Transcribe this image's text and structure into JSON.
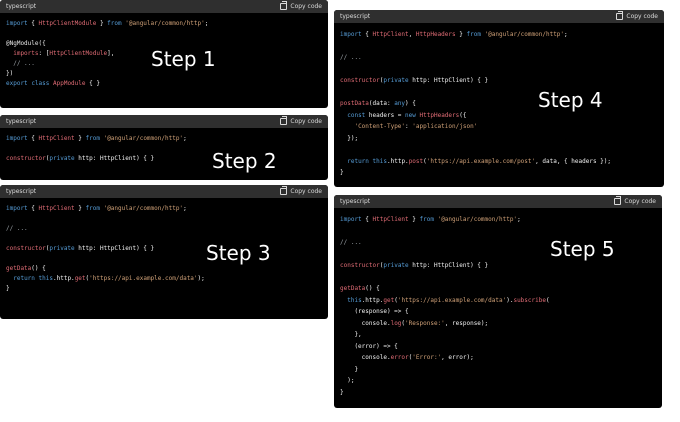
{
  "common": {
    "language": "typescript",
    "copy_label": "Copy code"
  },
  "steps": {
    "s1": "Step 1",
    "s2": "Step 2",
    "s3": "Step 3",
    "s4": "Step 4",
    "s5": "Step 5"
  },
  "code": {
    "s1": {
      "l1a": "import",
      "l1b": " { ",
      "l1c": "HttpClientModule",
      "l1d": " } ",
      "l1e": "from",
      "l1f": " ",
      "l1g": "'@angular/common/http'",
      "l1h": ";",
      "l2": "@NgModule({",
      "l3a": "  imports",
      "l3b": ": [",
      "l3c": "HttpClientModule",
      "l3d": "],",
      "l4": "  // ...",
      "l5": "})",
      "l6a": "export",
      "l6b": " ",
      "l6c": "class",
      "l6d": " ",
      "l6e": "AppModule",
      "l6f": " { }"
    },
    "s2": {
      "l1a": "import",
      "l1b": " { ",
      "l1c": "HttpClient",
      "l1d": " } ",
      "l1e": "from",
      "l1f": " ",
      "l1g": "'@angular/common/http'",
      "l1h": ";",
      "l2a": "constructor",
      "l2b": "(",
      "l2c": "private",
      "l2d": " http: HttpClient) { }"
    },
    "s3": {
      "l1a": "import",
      "l1b": " { ",
      "l1c": "HttpClient",
      "l1d": " } ",
      "l1e": "from",
      "l1f": " ",
      "l1g": "'@angular/common/http'",
      "l1h": ";",
      "l2": "// ...",
      "l3a": "constructor",
      "l3b": "(",
      "l3c": "private",
      "l3d": " http: HttpClient) { }",
      "l4a": "getData",
      "l4b": "() {",
      "l5a": "  ",
      "l5b": "return",
      "l5c": " ",
      "l5d": "this",
      "l5e": ".http.",
      "l5f": "get",
      "l5g": "(",
      "l5h": "'https://api.example.com/data'",
      "l5i": ");",
      "l6": "}"
    },
    "s4": {
      "l1a": "import",
      "l1b": " { ",
      "l1c": "HttpClient",
      "l1d": ", ",
      "l1e": "HttpHeaders",
      "l1f": " } ",
      "l1g": "from",
      "l1h": " ",
      "l1i": "'@angular/common/http'",
      "l1j": ";",
      "l2": "// ...",
      "l3a": "constructor",
      "l3b": "(",
      "l3c": "private",
      "l3d": " http: HttpClient) { }",
      "l4a": "postData",
      "l4b": "(data: ",
      "l4c": "any",
      "l4d": ") {",
      "l5a": "  ",
      "l5b": "const",
      "l5c": " headers = ",
      "l5d": "new",
      "l5e": " ",
      "l5f": "HttpHeaders",
      "l5g": "({",
      "l6a": "    ",
      "l6b": "'Content-Type'",
      "l6c": ": ",
      "l6d": "'application/json'",
      "l7": "  });",
      "l8a": "  ",
      "l8b": "return",
      "l8c": " ",
      "l8d": "this",
      "l8e": ".http.",
      "l8f": "post",
      "l8g": "(",
      "l8h": "'https://api.example.com/post'",
      "l8i": ", data, { headers });",
      "l9": "}"
    },
    "s5": {
      "l1a": "import",
      "l1b": " { ",
      "l1c": "HttpClient",
      "l1d": " } ",
      "l1e": "from",
      "l1f": " ",
      "l1g": "'@angular/common/http'",
      "l1h": ";",
      "l2": "// ...",
      "l3a": "constructor",
      "l3b": "(",
      "l3c": "private",
      "l3d": " http: HttpClient) { }",
      "l4a": "getData",
      "l4b": "() {",
      "l5a": "  ",
      "l5b": "this",
      "l5c": ".http.",
      "l5d": "get",
      "l5e": "(",
      "l5f": "'https://api.example.com/data'",
      "l5g": ").",
      "l5h": "subscribe",
      "l5i": "(",
      "l6": "    (response) => {",
      "l7a": "      console.",
      "l7b": "log",
      "l7c": "(",
      "l7d": "'Response:'",
      "l7e": ", response);",
      "l8": "    },",
      "l9": "    (error) => {",
      "l10a": "      console.",
      "l10b": "error",
      "l10c": "(",
      "l10d": "'Error:'",
      "l10e": ", error);",
      "l11": "    }",
      "l12": "  );",
      "l13": "}"
    }
  }
}
